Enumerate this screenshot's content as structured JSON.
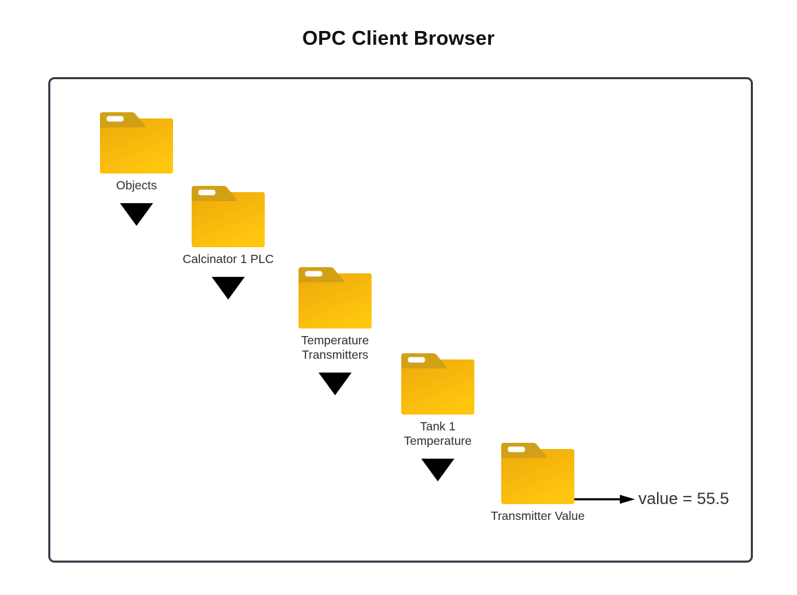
{
  "title": "OPC Client Browser",
  "nodes": [
    {
      "lines": [
        "Objects"
      ]
    },
    {
      "lines": [
        "Calcinator 1 PLC"
      ]
    },
    {
      "lines": [
        "Temperature",
        "Transmitters"
      ]
    },
    {
      "lines": [
        "Tank 1",
        "Temperature"
      ]
    },
    {
      "lines": [
        "Transmitter Value"
      ]
    }
  ],
  "value_readout": "value = 55.5",
  "icons": {
    "node": "folder-icon",
    "expand": "expand-triangle-icon",
    "pointer": "right-arrow-icon"
  },
  "colors": {
    "panel_border": "#363E49",
    "folder_tab": "#D2A016",
    "folder_body_top": "#EDA90A",
    "folder_body_bottom": "#FFC60F",
    "triangle": "#000000",
    "arrow": "#000000",
    "title_text": "#111111",
    "label_text": "#2e2e2e",
    "value_text": "#333333"
  }
}
